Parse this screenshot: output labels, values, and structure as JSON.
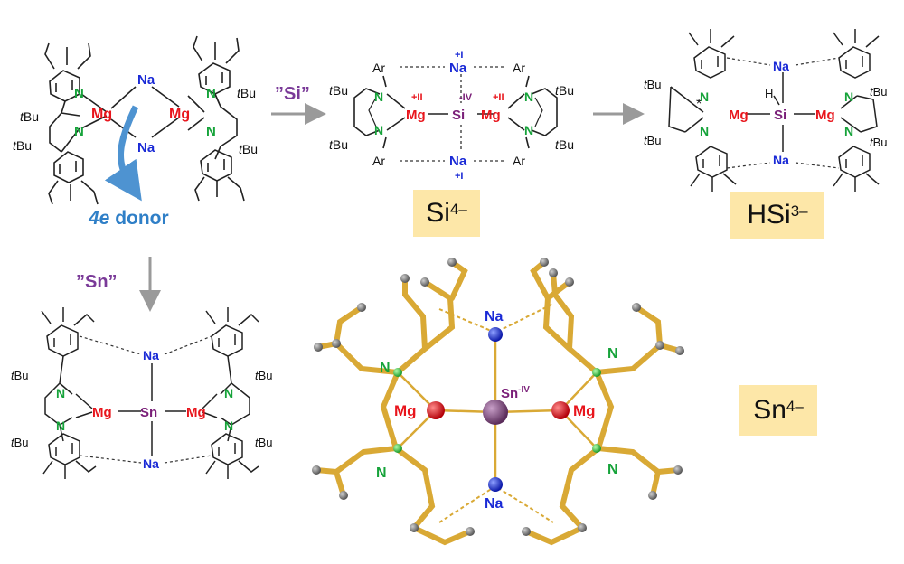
{
  "atoms": {
    "na": "Na",
    "mg": "Mg",
    "n": "N",
    "si": "Si",
    "sn": "Sn",
    "h": "H",
    "ar": "Ar",
    "tbu_italic": "t",
    "tbu_rest": "Bu",
    "star": "*"
  },
  "ox": {
    "mg_plus2": "+II",
    "na_plus1": "+I",
    "si_minus4": "-IV",
    "sn_minus4_sup": "-IV"
  },
  "labels": {
    "donor_e": "4e",
    "donor_word": " donor",
    "reagent_si": "”Si”",
    "reagent_sn": "”Sn”"
  },
  "boxes": {
    "si4": {
      "base": "Si",
      "sup": "4–"
    },
    "hsi3": {
      "base": "HSi",
      "sup": "3–"
    },
    "sn4": {
      "base": "Sn",
      "sup": "4–"
    }
  },
  "colors": {
    "na": "#1a2ad6",
    "mg": "#e8151c",
    "n": "#16a33a",
    "si": "#7a1f78",
    "reagent": "#7a3a98",
    "donor": "#2f7fc7",
    "gold": "#e6b93c",
    "box": "#fde7a8"
  }
}
